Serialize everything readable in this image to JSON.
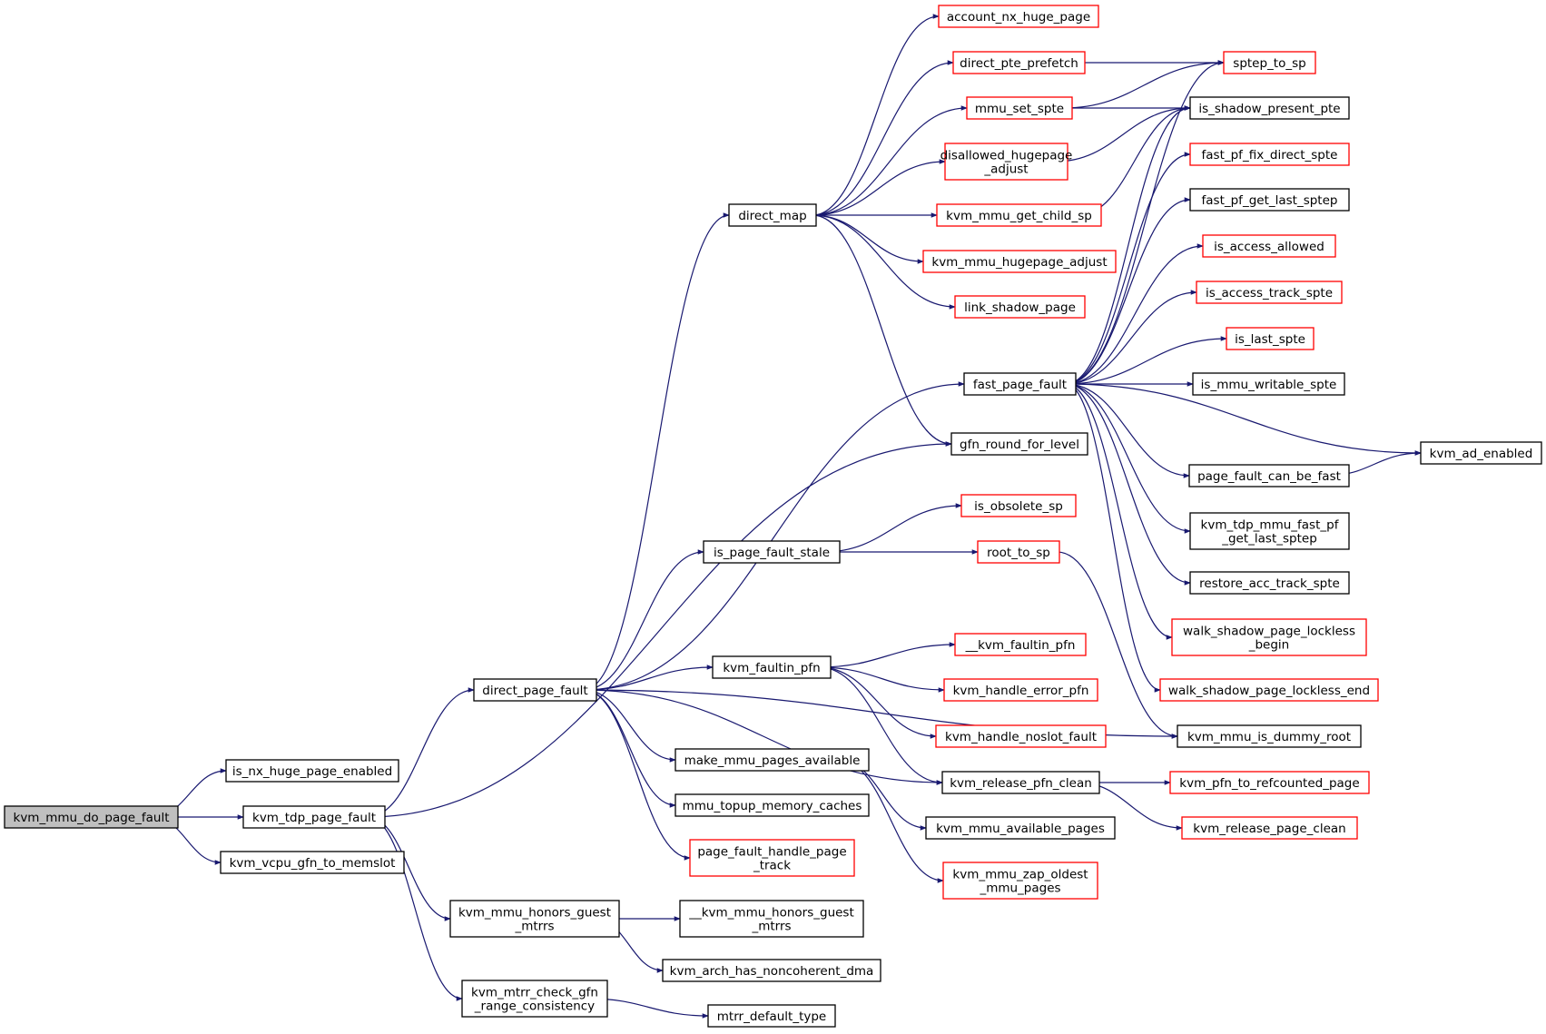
{
  "colors": {
    "edge": "#191970",
    "border_default": "#000000",
    "border_truncated": "#ff0000",
    "root_fill": "#bfbfbf",
    "node_fill": "#ffffff"
  },
  "nodes": [
    {
      "id": "kvm_mmu_do_page_fault",
      "lines": [
        "kvm_mmu_do_page_fault"
      ],
      "kind": "root"
    },
    {
      "id": "is_nx_huge_page_enabled",
      "lines": [
        "is_nx_huge_page_enabled"
      ],
      "kind": "black"
    },
    {
      "id": "kvm_tdp_page_fault",
      "lines": [
        "kvm_tdp_page_fault"
      ],
      "kind": "black"
    },
    {
      "id": "kvm_vcpu_gfn_to_memslot",
      "lines": [
        "kvm_vcpu_gfn_to_memslot"
      ],
      "kind": "black"
    },
    {
      "id": "direct_page_fault",
      "lines": [
        "direct_page_fault"
      ],
      "kind": "black"
    },
    {
      "id": "kvm_mmu_honors_guest_mtrrs",
      "lines": [
        "kvm_mmu_honors_guest",
        "_mtrrs"
      ],
      "kind": "black"
    },
    {
      "id": "kvm_mtrr_check_gfn_range_consistency",
      "lines": [
        "kvm_mtrr_check_gfn",
        "_range_consistency"
      ],
      "kind": "black"
    },
    {
      "id": "direct_map",
      "lines": [
        "direct_map"
      ],
      "kind": "black"
    },
    {
      "id": "is_page_fault_stale",
      "lines": [
        "is_page_fault_stale"
      ],
      "kind": "black"
    },
    {
      "id": "kvm_faultin_pfn",
      "lines": [
        "kvm_faultin_pfn"
      ],
      "kind": "black"
    },
    {
      "id": "make_mmu_pages_available",
      "lines": [
        "make_mmu_pages_available"
      ],
      "kind": "black"
    },
    {
      "id": "mmu_topup_memory_caches",
      "lines": [
        "mmu_topup_memory_caches"
      ],
      "kind": "black"
    },
    {
      "id": "page_fault_handle_page_track",
      "lines": [
        "page_fault_handle_page",
        "_track"
      ],
      "kind": "red"
    },
    {
      "id": "__kvm_mmu_honors_guest_mtrrs",
      "lines": [
        "__kvm_mmu_honors_guest",
        "_mtrrs"
      ],
      "kind": "black"
    },
    {
      "id": "kvm_arch_has_noncoherent_dma",
      "lines": [
        "kvm_arch_has_noncoherent_dma"
      ],
      "kind": "black"
    },
    {
      "id": "mtrr_default_type",
      "lines": [
        "mtrr_default_type"
      ],
      "kind": "black"
    },
    {
      "id": "account_nx_huge_page",
      "lines": [
        "account_nx_huge_page"
      ],
      "kind": "red"
    },
    {
      "id": "direct_pte_prefetch",
      "lines": [
        "direct_pte_prefetch"
      ],
      "kind": "red"
    },
    {
      "id": "mmu_set_spte",
      "lines": [
        "mmu_set_spte"
      ],
      "kind": "red"
    },
    {
      "id": "disallowed_hugepage_adjust",
      "lines": [
        "disallowed_hugepage",
        "_adjust"
      ],
      "kind": "red"
    },
    {
      "id": "kvm_mmu_get_child_sp",
      "lines": [
        "kvm_mmu_get_child_sp"
      ],
      "kind": "red"
    },
    {
      "id": "kvm_mmu_hugepage_adjust",
      "lines": [
        "kvm_mmu_hugepage_adjust"
      ],
      "kind": "red"
    },
    {
      "id": "link_shadow_page",
      "lines": [
        "link_shadow_page"
      ],
      "kind": "red"
    },
    {
      "id": "fast_page_fault",
      "lines": [
        "fast_page_fault"
      ],
      "kind": "black"
    },
    {
      "id": "gfn_round_for_level",
      "lines": [
        "gfn_round_for_level"
      ],
      "kind": "black"
    },
    {
      "id": "is_obsolete_sp",
      "lines": [
        "is_obsolete_sp"
      ],
      "kind": "red"
    },
    {
      "id": "root_to_sp",
      "lines": [
        "root_to_sp"
      ],
      "kind": "red"
    },
    {
      "id": "__kvm_faultin_pfn",
      "lines": [
        "__kvm_faultin_pfn"
      ],
      "kind": "red"
    },
    {
      "id": "kvm_handle_error_pfn",
      "lines": [
        "kvm_handle_error_pfn"
      ],
      "kind": "red"
    },
    {
      "id": "kvm_handle_noslot_fault",
      "lines": [
        "kvm_handle_noslot_fault"
      ],
      "kind": "red"
    },
    {
      "id": "kvm_release_pfn_clean",
      "lines": [
        "kvm_release_pfn_clean"
      ],
      "kind": "black"
    },
    {
      "id": "kvm_mmu_available_pages",
      "lines": [
        "kvm_mmu_available_pages"
      ],
      "kind": "black"
    },
    {
      "id": "kvm_mmu_zap_oldest_mmu_pages",
      "lines": [
        "kvm_mmu_zap_oldest",
        "_mmu_pages"
      ],
      "kind": "red"
    },
    {
      "id": "sptep_to_sp",
      "lines": [
        "sptep_to_sp"
      ],
      "kind": "red"
    },
    {
      "id": "is_shadow_present_pte",
      "lines": [
        "is_shadow_present_pte"
      ],
      "kind": "black"
    },
    {
      "id": "fast_pf_fix_direct_spte",
      "lines": [
        "fast_pf_fix_direct_spte"
      ],
      "kind": "red"
    },
    {
      "id": "fast_pf_get_last_sptep",
      "lines": [
        "fast_pf_get_last_sptep"
      ],
      "kind": "black"
    },
    {
      "id": "is_access_allowed",
      "lines": [
        "is_access_allowed"
      ],
      "kind": "red"
    },
    {
      "id": "is_access_track_spte",
      "lines": [
        "is_access_track_spte"
      ],
      "kind": "red"
    },
    {
      "id": "is_last_spte",
      "lines": [
        "is_last_spte"
      ],
      "kind": "red"
    },
    {
      "id": "is_mmu_writable_spte",
      "lines": [
        "is_mmu_writable_spte"
      ],
      "kind": "black"
    },
    {
      "id": "kvm_ad_enabled",
      "lines": [
        "kvm_ad_enabled"
      ],
      "kind": "black"
    },
    {
      "id": "page_fault_can_be_fast",
      "lines": [
        "page_fault_can_be_fast"
      ],
      "kind": "black"
    },
    {
      "id": "kvm_tdp_mmu_fast_pf_get_last_sptep",
      "lines": [
        "kvm_tdp_mmu_fast_pf",
        "_get_last_sptep"
      ],
      "kind": "black"
    },
    {
      "id": "restore_acc_track_spte",
      "lines": [
        "restore_acc_track_spte"
      ],
      "kind": "black"
    },
    {
      "id": "walk_shadow_page_lockless_begin",
      "lines": [
        "walk_shadow_page_lockless",
        "_begin"
      ],
      "kind": "red"
    },
    {
      "id": "walk_shadow_page_lockless_end",
      "lines": [
        "walk_shadow_page_lockless_end"
      ],
      "kind": "red"
    },
    {
      "id": "kvm_mmu_is_dummy_root",
      "lines": [
        "kvm_mmu_is_dummy_root"
      ],
      "kind": "black"
    },
    {
      "id": "kvm_pfn_to_refcounted_page",
      "lines": [
        "kvm_pfn_to_refcounted_page"
      ],
      "kind": "red"
    },
    {
      "id": "kvm_release_page_clean",
      "lines": [
        "kvm_release_page_clean"
      ],
      "kind": "red"
    }
  ],
  "edges": [
    [
      "kvm_mmu_do_page_fault",
      "is_nx_huge_page_enabled"
    ],
    [
      "kvm_mmu_do_page_fault",
      "kvm_tdp_page_fault"
    ],
    [
      "kvm_mmu_do_page_fault",
      "kvm_vcpu_gfn_to_memslot"
    ],
    [
      "kvm_tdp_page_fault",
      "direct_page_fault"
    ],
    [
      "kvm_tdp_page_fault",
      "gfn_round_for_level"
    ],
    [
      "kvm_tdp_page_fault",
      "kvm_mmu_honors_guest_mtrrs"
    ],
    [
      "kvm_tdp_page_fault",
      "kvm_mtrr_check_gfn_range_consistency"
    ],
    [
      "direct_page_fault",
      "direct_map"
    ],
    [
      "direct_page_fault",
      "fast_page_fault"
    ],
    [
      "direct_page_fault",
      "is_page_fault_stale"
    ],
    [
      "direct_page_fault",
      "kvm_faultin_pfn"
    ],
    [
      "direct_page_fault",
      "kvm_mmu_is_dummy_root"
    ],
    [
      "direct_page_fault",
      "kvm_release_pfn_clean"
    ],
    [
      "direct_page_fault",
      "make_mmu_pages_available"
    ],
    [
      "direct_page_fault",
      "mmu_topup_memory_caches"
    ],
    [
      "direct_page_fault",
      "page_fault_handle_page_track"
    ],
    [
      "kvm_mmu_honors_guest_mtrrs",
      "__kvm_mmu_honors_guest_mtrrs"
    ],
    [
      "kvm_mmu_honors_guest_mtrrs",
      "kvm_arch_has_noncoherent_dma"
    ],
    [
      "kvm_mtrr_check_gfn_range_consistency",
      "mtrr_default_type"
    ],
    [
      "direct_map",
      "account_nx_huge_page"
    ],
    [
      "direct_map",
      "direct_pte_prefetch"
    ],
    [
      "direct_map",
      "mmu_set_spte"
    ],
    [
      "direct_map",
      "disallowed_hugepage_adjust"
    ],
    [
      "direct_map",
      "kvm_mmu_get_child_sp"
    ],
    [
      "direct_map",
      "kvm_mmu_hugepage_adjust"
    ],
    [
      "direct_map",
      "link_shadow_page"
    ],
    [
      "direct_map",
      "gfn_round_for_level"
    ],
    [
      "direct_pte_prefetch",
      "sptep_to_sp"
    ],
    [
      "mmu_set_spte",
      "sptep_to_sp"
    ],
    [
      "mmu_set_spte",
      "is_shadow_present_pte"
    ],
    [
      "disallowed_hugepage_adjust",
      "is_shadow_present_pte"
    ],
    [
      "kvm_mmu_get_child_sp",
      "is_shadow_present_pte"
    ],
    [
      "is_page_fault_stale",
      "is_obsolete_sp"
    ],
    [
      "is_page_fault_stale",
      "root_to_sp"
    ],
    [
      "root_to_sp",
      "kvm_mmu_is_dummy_root"
    ],
    [
      "kvm_faultin_pfn",
      "__kvm_faultin_pfn"
    ],
    [
      "kvm_faultin_pfn",
      "kvm_handle_error_pfn"
    ],
    [
      "kvm_faultin_pfn",
      "kvm_handle_noslot_fault"
    ],
    [
      "kvm_faultin_pfn",
      "kvm_release_pfn_clean"
    ],
    [
      "make_mmu_pages_available",
      "kvm_mmu_available_pages"
    ],
    [
      "make_mmu_pages_available",
      "kvm_mmu_zap_oldest_mmu_pages"
    ],
    [
      "kvm_release_pfn_clean",
      "kvm_pfn_to_refcounted_page"
    ],
    [
      "kvm_release_pfn_clean",
      "kvm_release_page_clean"
    ],
    [
      "fast_page_fault",
      "sptep_to_sp"
    ],
    [
      "fast_page_fault",
      "is_shadow_present_pte"
    ],
    [
      "fast_page_fault",
      "fast_pf_fix_direct_spte"
    ],
    [
      "fast_page_fault",
      "fast_pf_get_last_sptep"
    ],
    [
      "fast_page_fault",
      "is_access_allowed"
    ],
    [
      "fast_page_fault",
      "is_access_track_spte"
    ],
    [
      "fast_page_fault",
      "is_last_spte"
    ],
    [
      "fast_page_fault",
      "is_mmu_writable_spte"
    ],
    [
      "fast_page_fault",
      "kvm_ad_enabled"
    ],
    [
      "fast_page_fault",
      "page_fault_can_be_fast"
    ],
    [
      "fast_page_fault",
      "kvm_tdp_mmu_fast_pf_get_last_sptep"
    ],
    [
      "fast_page_fault",
      "restore_acc_track_spte"
    ],
    [
      "fast_page_fault",
      "walk_shadow_page_lockless_begin"
    ],
    [
      "fast_page_fault",
      "walk_shadow_page_lockless_end"
    ],
    [
      "page_fault_can_be_fast",
      "kvm_ad_enabled"
    ]
  ]
}
